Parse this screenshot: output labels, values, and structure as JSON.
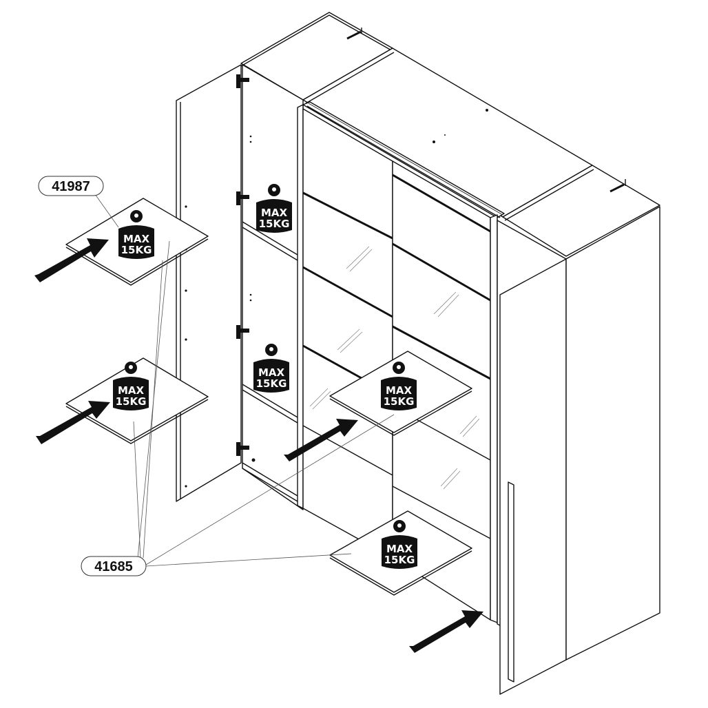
{
  "diagram": {
    "title": "Wardrobe shelf installation with load limits",
    "part_labels": [
      {
        "id": "upper-shelf-part",
        "number": "41987"
      },
      {
        "id": "shelf-part",
        "number": "41685"
      }
    ],
    "weight_badges": [
      {
        "line1": "MAX",
        "line2": "15KG"
      },
      {
        "line1": "MAX",
        "line2": "15KG"
      },
      {
        "line1": "MAX",
        "line2": "15KG"
      },
      {
        "line1": "MAX",
        "line2": "15KG"
      },
      {
        "line1": "MAX",
        "line2": "15KG"
      },
      {
        "line1": "MAX",
        "line2": "15KG"
      }
    ],
    "colors": {
      "line": "#111111",
      "background": "#ffffff"
    }
  }
}
